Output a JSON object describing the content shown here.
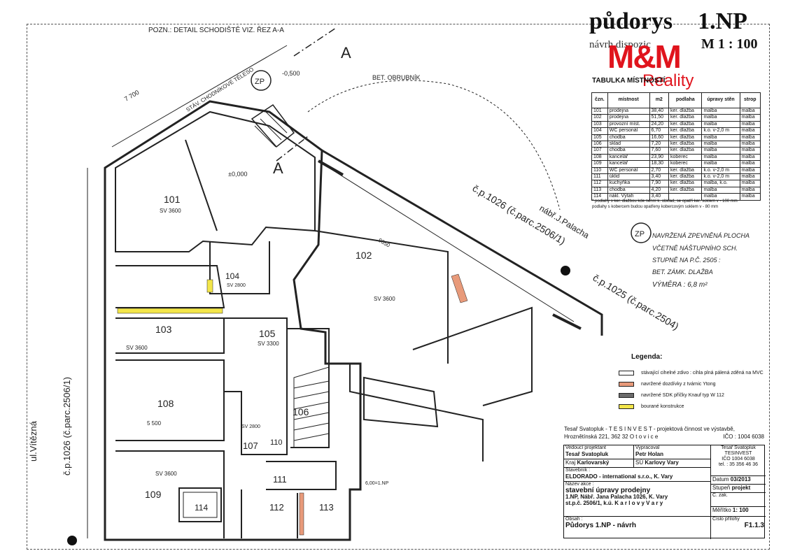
{
  "header": {
    "title_a": "půdorys",
    "title_b": "1.NP",
    "subtitle": "návrh dispozic",
    "scale": "M  1 : 100",
    "logo_main": "M&M",
    "logo_sub": "Reality"
  },
  "plan_labels": {
    "detail_note": "POZN.: DETAIL SCHODIŠTĚ VIZ. ŘEZ A-A",
    "section_a": "A",
    "zp_top": "ZP",
    "level_top": "-0,500",
    "curb": "BET. OBRUBNÍK",
    "chimney": "STÁV. CHODNÍKOVÉ TĚLESO",
    "level_main": "±0,000",
    "r101": "101",
    "r102": "102",
    "r103": "103",
    "r104": "104",
    "r105": "105",
    "r106": "106",
    "r107": "107",
    "r108": "108",
    "r109": "109",
    "r110": "110",
    "r111": "111",
    "r112": "112",
    "r113": "113",
    "r114": "114",
    "sv3600": "SV 3600",
    "sv3300": "SV 3300",
    "sv2800": "SV 2800",
    "street_left": "č.p.1026 (č.parc.2506/1)",
    "street_vitezna": "ul.Vítězná",
    "street_top": "č.p.1026 (č.parc.2506/1)",
    "street_palacha": "nábř.J.Palacha",
    "street_1025": "č.p.1025 (č.parc.2504)",
    "zp_right": "ZP",
    "zp_note_1": "NAVRŽENÁ ZPEVNĚNÁ PLOCHA",
    "zp_note_2": "VČETNĚ NÁŠTUPNÍHO SCH.",
    "zp_note_3": "STUPNĚ NA P.Č. 2505 :",
    "zp_note_4": "BET. ZÁMK. DLAŽBA",
    "zp_note_5": "VÝMĚRA : 6,8 m²",
    "level_stair": "6,00=1.NP",
    "dim_770": "7 700",
    "dim_965": "9650",
    "dim_5500": "5 500"
  },
  "rooms_table": {
    "title": "TABULKA  MÍSTNOSTÍ",
    "headers": [
      "čzn.",
      "místnost",
      "m2",
      "podlaha",
      "úpravy stěn",
      "strop"
    ],
    "rows": [
      [
        "101",
        "prodejna",
        "38,40",
        "ker. dlažba",
        "malba",
        "malba"
      ],
      [
        "102",
        "prodejna",
        "51,50",
        "ker. dlažba",
        "malba",
        "malba"
      ],
      [
        "103",
        "provozní míst.",
        "24,20",
        "ker. dlažba",
        "malba",
        "malba"
      ],
      [
        "104",
        "WC personál",
        "6,70",
        "ker. dlažba",
        "k.o. v-2,0 m",
        "malba"
      ],
      [
        "105",
        "chodba",
        "16,60",
        "ker. dlažba",
        "malba",
        "malba"
      ],
      [
        "106",
        "sklad",
        "7,20",
        "ker. dlažba",
        "malba",
        "malba"
      ],
      [
        "107",
        "chodba",
        "7,60",
        "ker. dlažba",
        "malba",
        "malba"
      ],
      [
        "108",
        "kancelář",
        "23,90",
        "koberec",
        "malba",
        "malba"
      ],
      [
        "109",
        "kancelář",
        "18,30",
        "koberec",
        "malba",
        "malba"
      ],
      [
        "110",
        "WC personál",
        "2,70",
        "ker. dlažba",
        "k.o. v-2,0 m",
        "malba"
      ],
      [
        "111",
        "úklid",
        "3,40",
        "ker. dlažba",
        "k.o. v-2,0 m",
        "malba"
      ],
      [
        "112",
        "kuchyňka",
        "7,90",
        "ker. dlažba",
        "malba, k.o.",
        "malba"
      ],
      [
        "113",
        "chodba",
        "4,20",
        "ker. dlažba",
        "malba",
        "malba"
      ],
      [
        "114",
        "nákl. Výtah",
        "3,40",
        "",
        "malba",
        "malba"
      ]
    ],
    "note_1": "* podlahy s ker. dlažbou kde nenní k. obklad, se opatří ker. soklem v - 100 mm",
    "note_2": "podlahy s kobercem budou opatřeny kobercovým soklem v - 80 mm"
  },
  "legend": {
    "title": "Legenda:",
    "items": [
      {
        "text": "stávající cihelné zdivo : cihla plná pálená zděná na MVC",
        "color": "#ffffff"
      },
      {
        "text": "navržené dozdívky z tvárnic Ytong",
        "color": "#e89a7a"
      },
      {
        "text": "navržené SDK příčky Knauf typ W 112",
        "color": "#6b6b6b"
      },
      {
        "text": "bourané konstrukce",
        "color": "#f3e64a"
      }
    ]
  },
  "title_block": {
    "firm_1": "Tesař Svatopluk - T E S I N V E S T - projektová činnost ve výstavbě,",
    "firm_2": "Hroznětínská 221, 362 32  O t o v i c e",
    "ico": "IČO : 1004 6038",
    "lbl_lead": "Vedoucí projektant",
    "val_lead": "Tesař Svatopluk",
    "lbl_drew": "Vypracoval",
    "val_drew": "Petr Holan",
    "stamp_1": "Tesař Svatopluk",
    "stamp_2": "TESINVEST",
    "stamp_3": "IČO 1004 6038",
    "stamp_4": "tel. : 35 356 46 36",
    "lbl_region": "Kraj",
    "val_region": "Karlovarský",
    "lbl_su": "SÚ",
    "val_su": "Karlovy Vary",
    "lbl_client": "Stavebník :",
    "val_client": "ELDORADO - international s.r.o., K. Vary",
    "lbl_date": "Datum",
    "val_date": "03/2013",
    "lbl_stage": "Stupeň",
    "val_stage": "projekt",
    "lbl_name": "Název akce :",
    "val_name_1": "stavební úpravy prodejny",
    "val_name_2": "1.NP, Nábř. Jana Palacha  1026, K. Vary",
    "val_name_3": "st.p.č. 2506/1, k.ú. K a r l o v y  V a r y",
    "lbl_contract": "Č. zak.",
    "lbl_scale": "Měřítko",
    "val_scale": "1: 100",
    "lbl_content": "Obsah :",
    "val_content": "Půdorys 1.NP - návrh",
    "lbl_appendix": "Číslo přílohy",
    "val_appendix": "F1.1.3"
  }
}
